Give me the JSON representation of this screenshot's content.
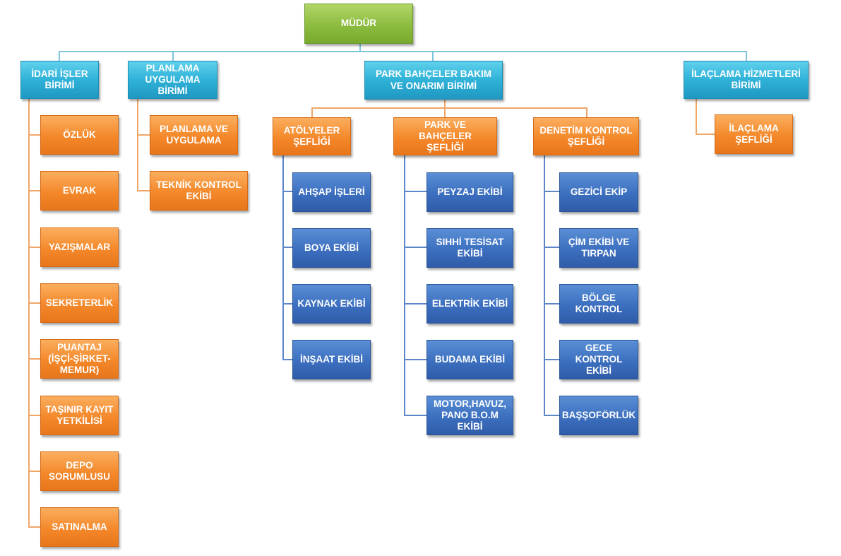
{
  "root": "MÜDÜR",
  "units": [
    {
      "label": "İDARİ İŞLER\nBİRİMİ",
      "children": [
        "ÖZLÜK",
        "EVRAK",
        "YAZIŞMALAR",
        "SEKRETERLİK",
        "PUANTAJ\n(İŞÇİ-ŞİRKET-\nMEMUR)",
        "TAŞINIR KAYIT\nYETKİLİSİ",
        "DEPO\nSORUMLUSU",
        "SATINALMA"
      ]
    },
    {
      "label": "PLANLAMA\nUYGULAMA\nBİRİMİ",
      "children": [
        "PLANLAMA VE\nUYGULAMA",
        "TEKNİK KONTROL\nEKİBİ"
      ]
    },
    {
      "label": "PARK BAHÇELER BAKIM\nVE ONARIM BİRİMİ",
      "chiefs": [
        {
          "label": "ATÖLYELER\nŞEFLİĞİ",
          "teams": [
            "AHŞAP İŞLERİ",
            "BOYA EKİBİ",
            "KAYNAK EKİBİ",
            "İNŞAAT EKİBİ"
          ]
        },
        {
          "label": "PARK VE BAHÇELER\nŞEFLİĞİ",
          "teams": [
            "PEYZAJ EKİBİ",
            "SIHHİ TESİSAT\nEKİBİ",
            "ELEKTRİK EKİBİ",
            "BUDAMA EKİBİ",
            "MOTOR,HAVUZ,\nPANO B.O.M\nEKİBİ"
          ]
        },
        {
          "label": "DENETİM KONTROL\nŞEFLİĞİ",
          "teams": [
            "GEZİCİ EKİP",
            "ÇİM EKİBİ VE\nTIRPAN",
            "BÖLGE\nKONTROL",
            "GECE\nKONTROL\nEKİBİ",
            "BAŞŞOFÖRLÜK"
          ]
        }
      ]
    },
    {
      "label": "İLAÇLAMA HİZMETLERİ\nBİRİMİ",
      "children": [
        "İLAÇLAMA\nŞEFLİĞİ"
      ]
    }
  ],
  "colors": {
    "root": "#8cbc3f",
    "unit": "#2fb2d8",
    "chief": "#f4882a",
    "team": "#3c6fbf",
    "connector_unit": "#7fc6dc",
    "connector_chief": "#f0a667",
    "connector_team": "#5b86c8"
  }
}
